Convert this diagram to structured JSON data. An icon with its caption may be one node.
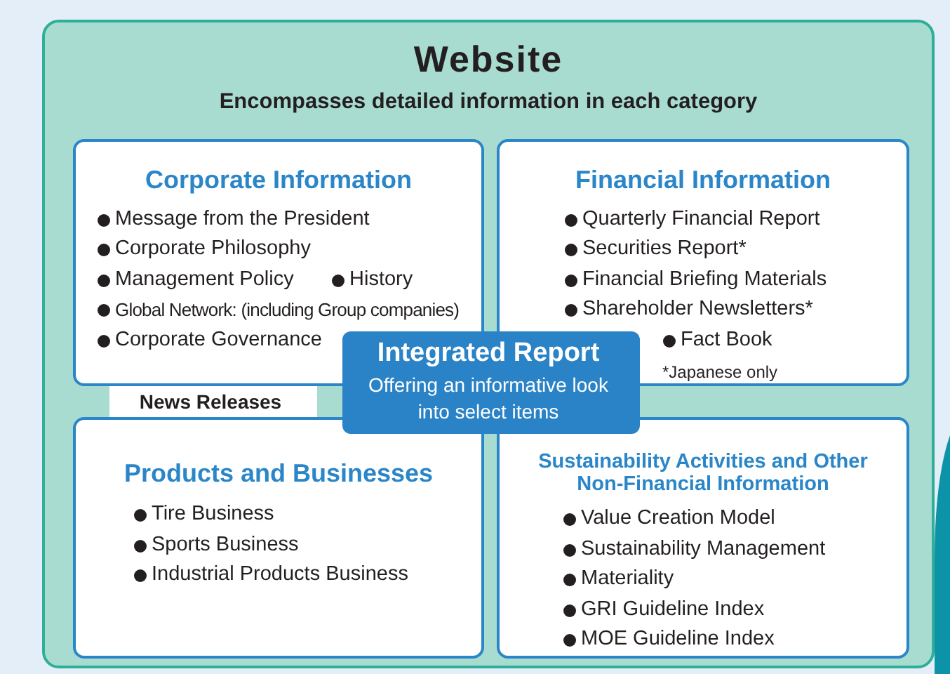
{
  "diagram": {
    "nodes": [
      {
        "text": [
          "Website",
          "Encompasses detailed information in each category"
        ]
      },
      {
        "text": [
          "Corporate Information",
          "Message from the President",
          "Corporate Philosophy",
          "Management Policy",
          "History",
          "Global Network: (including Group companies)",
          "Corporate Governance"
        ],
        "in": 0
      },
      {
        "text": [
          "Financial Information",
          "Quarterly Financial Report",
          "Securities Report*",
          "Financial Briefing Materials",
          "Shareholder Newsletters*",
          "Fact Book",
          "*Japanese only"
        ],
        "in": 0
      },
      {
        "text": [
          "Integrated Report",
          "Offering an informative look into select items"
        ],
        "in": 0
      },
      {
        "text": [
          "News Releases"
        ],
        "in": 0
      },
      {
        "text": [
          "Products and Businesses",
          "Tire Business",
          "Sports Business",
          "Industrial Products Business"
        ],
        "in": 0
      },
      {
        "text": [
          "Sustainability Activities and Other Non-Financial Information",
          "Value Creation Model",
          "Sustainability Management",
          "Materiality",
          "GRI Guideline Index",
          "MOE Guideline Index"
        ],
        "in": 0
      }
    ]
  }
}
